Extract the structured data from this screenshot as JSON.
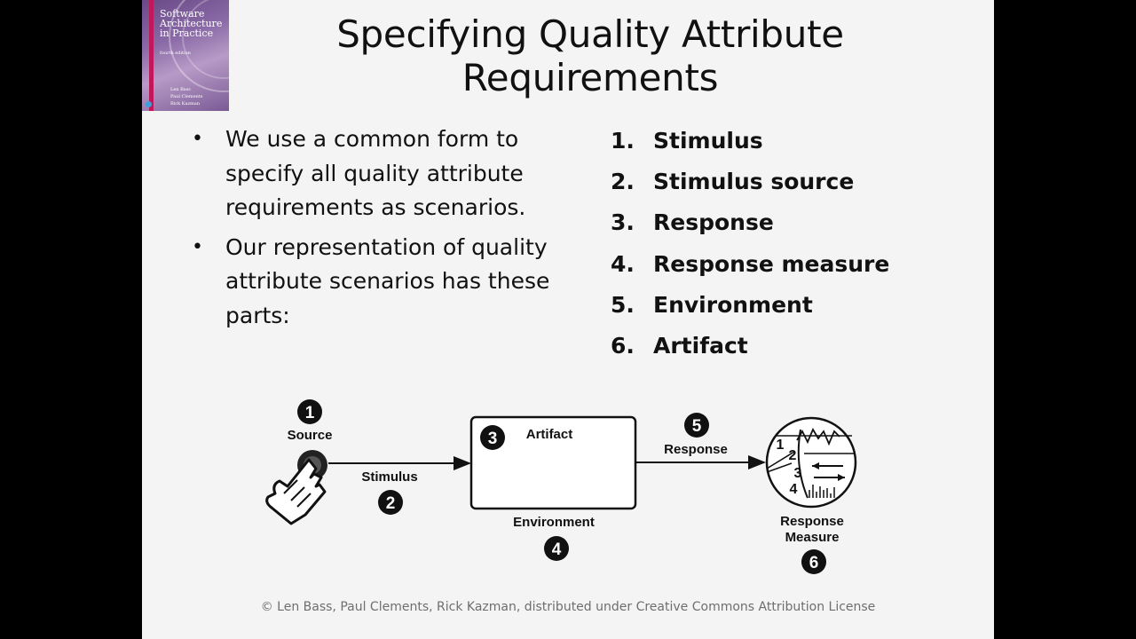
{
  "book_cover": {
    "title": "Software Architecture in Practice",
    "edition": "fourth edition",
    "authors": [
      "Len Bass",
      "Paul Clements",
      "Rick Kazman"
    ]
  },
  "slide": {
    "title_line1": "Specifying Quality Attribute",
    "title_line2": "Requirements",
    "bullets": [
      "We use a common form to specify all quality attribute requirements as scenarios.",
      "Our representation of quality attribute scenarios has these parts:"
    ],
    "parts": [
      {
        "num": "1.",
        "label": "Stimulus"
      },
      {
        "num": "2.",
        "label": "Stimulus source"
      },
      {
        "num": "3.",
        "label": "Response"
      },
      {
        "num": "4.",
        "label": "Response measure"
      },
      {
        "num": "5.",
        "label": "Environment"
      },
      {
        "num": "6.",
        "label": "Artifact"
      }
    ]
  },
  "diagram": {
    "source_label": "Source",
    "source_num": "1",
    "stimulus_label": "Stimulus",
    "stimulus_num": "2",
    "artifact_label": "Artifact",
    "artifact_num": "3",
    "environment_label": "Environment",
    "environment_num": "4",
    "response_label": "Response",
    "response_num": "5",
    "measure_label_line1": "Response",
    "measure_label_line2": "Measure",
    "measure_num": "6",
    "gauge_marks": [
      "1",
      "2",
      "3",
      "4"
    ]
  },
  "footer": {
    "copyright": "© Len Bass, Paul Clements, Rick Kazman, distributed under Creative Commons Attribution License"
  }
}
